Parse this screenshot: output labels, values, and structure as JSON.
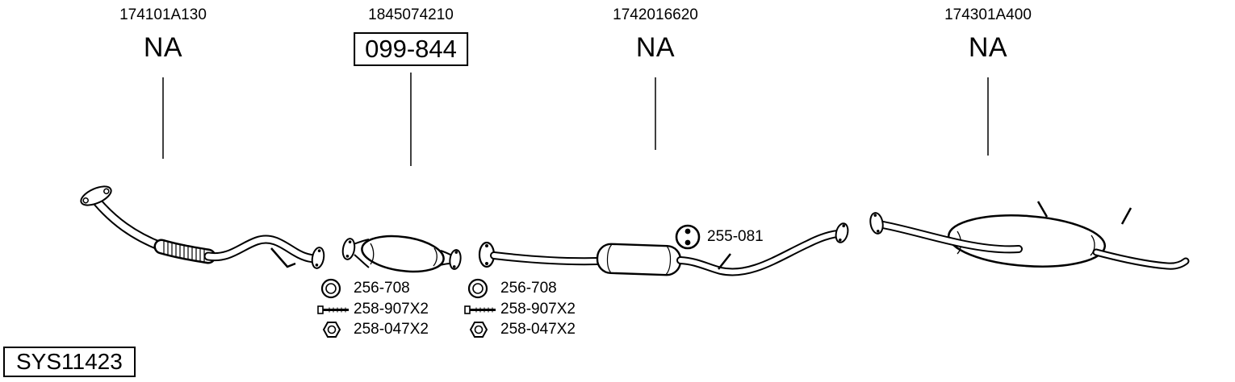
{
  "colors": {
    "background": "#ffffff",
    "line": "#000000"
  },
  "callouts": [
    {
      "part_number": "174101A130",
      "label": "NA",
      "boxed": false
    },
    {
      "part_number": "1845074210",
      "label": "099-844",
      "boxed": true
    },
    {
      "part_number": "1742016620",
      "label": "NA",
      "boxed": false
    },
    {
      "part_number": "174301A400",
      "label": "NA",
      "boxed": false
    }
  ],
  "hanger_callout": {
    "icon": "rubber-hanger-icon",
    "part_number": "255-081"
  },
  "fitting_kits": [
    {
      "items": [
        {
          "icon": "gasket-ring-icon",
          "part_number": "256-708"
        },
        {
          "icon": "bolt-icon",
          "part_number": "258-907X2"
        },
        {
          "icon": "nut-icon",
          "part_number": "258-047X2"
        }
      ]
    },
    {
      "items": [
        {
          "icon": "gasket-ring-icon",
          "part_number": "256-708"
        },
        {
          "icon": "bolt-icon",
          "part_number": "258-907X2"
        },
        {
          "icon": "nut-icon",
          "part_number": "258-047X2"
        }
      ]
    }
  ],
  "system_code": "SYS11423"
}
